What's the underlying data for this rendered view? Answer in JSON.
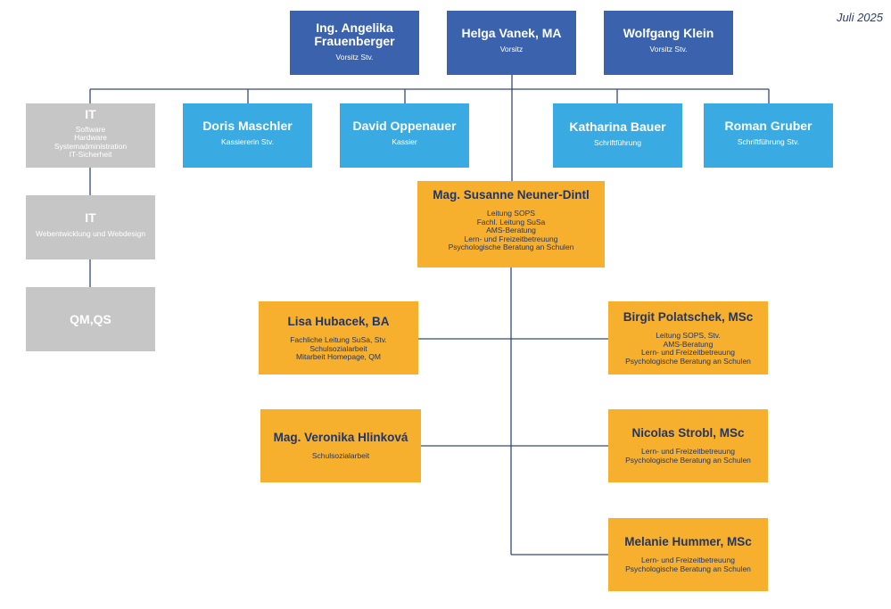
{
  "date": "Juli 2025",
  "colors": {
    "board": "#3b63ad",
    "committee": "#3aaae2",
    "it": "#c6c6c6",
    "staff": "#f7b02e",
    "line": "#34497d"
  },
  "board": [
    {
      "name": "Ing. Angelika Frauenberger",
      "role": "Vorsitz Stv."
    },
    {
      "name": "Helga Vanek, MA",
      "role": "Vorsitz"
    },
    {
      "name": "Wolfgang Klein",
      "role": "Vorsitz Stv."
    }
  ],
  "committee": [
    {
      "name": "Doris Maschler",
      "role": "Kassiererin Stv."
    },
    {
      "name": "David Oppenauer",
      "role": "Kassier"
    },
    {
      "name": "Katharina Bauer",
      "role": "Schriftführung"
    },
    {
      "name": "Roman Gruber",
      "role": "Schriftführung Stv."
    }
  ],
  "it": [
    {
      "name": "IT",
      "role": "Software\nHardware\nSystemadministration\nIT-Sicherheit"
    },
    {
      "name": "IT",
      "role": "Webentwicklung und Webdesign"
    },
    {
      "name": "QM,QS",
      "role": ""
    }
  ],
  "lead": {
    "name": "Mag. Susanne Neuner-Dintl",
    "role": "Leitung SOPS\nFachl. Leitung SuSa\nAMS-Beratung\nLern- und Freizeitbetreuung\nPsychologische Beratung an Schulen"
  },
  "staff": [
    {
      "name": "Lisa Hubacek, BA",
      "role": "Fachliche Leitung SuSa, Stv.\nSchulsozialarbeit\nMitarbeit Homepage, QM"
    },
    {
      "name": "Birgit Polatschek, MSc",
      "role": "Leitung SOPS, Stv.\nAMS-Beratung\nLern- und Freizeitbetreuung\nPsychologische Beratung an Schulen"
    },
    {
      "name": "Mag. Veronika Hlinková",
      "role": "Schulsozialarbeit"
    },
    {
      "name": "Nicolas Strobl, MSc",
      "role": "Lern- und Freizeitbetreuung\nPsychologische Beratung an Schulen"
    },
    {
      "name": "Melanie Hummer, MSc",
      "role": "Lern- und Freizeitbetreuung\nPsychologische Beratung an Schulen"
    }
  ]
}
